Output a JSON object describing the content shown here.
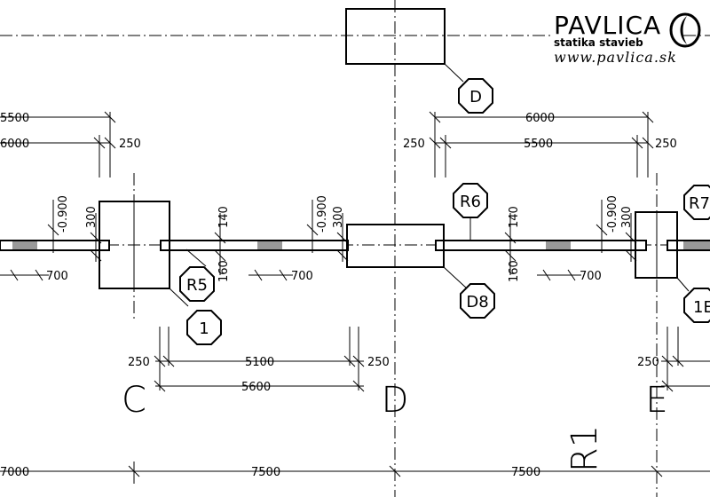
{
  "logo": {
    "title": "PAVLICA",
    "subtitle": "statika stavieb",
    "url": "www.pavlica.sk"
  },
  "drawing": {
    "axis_labels": [
      "C",
      "D",
      "E"
    ],
    "vertical_label": "R1",
    "top_dims": {
      "left_upper": "5500",
      "left_lower": "6000",
      "left_gap": "250",
      "mid_upper": "6000",
      "mid_lower": "5500",
      "mid_gap_left": "250",
      "mid_gap_right": "250"
    },
    "beam_dims": {
      "elev_1": "-0.900",
      "elev_2": "-0.900",
      "elev_3": "-0.900",
      "h300_a": "300",
      "h300_b": "300",
      "h300_c": "300",
      "h140_a": "140",
      "h140_b": "140",
      "h160_a": "160",
      "h160_b": "160",
      "w700_a": "700",
      "w700_b": "700",
      "w700_c": "700"
    },
    "tags": {
      "D": "D",
      "R6": "R6",
      "R5": "R5",
      "D8": "D8",
      "one": "1",
      "R7": "R7",
      "partial_1": "1E"
    },
    "bottom_dims": {
      "gap_left": "250",
      "span_5100": "5100",
      "gap_mid": "250",
      "span_5600": "5600",
      "gap_right": "250",
      "grid_7000": "7000",
      "grid_7500_a": "7500",
      "grid_7500_b": "7500"
    }
  }
}
